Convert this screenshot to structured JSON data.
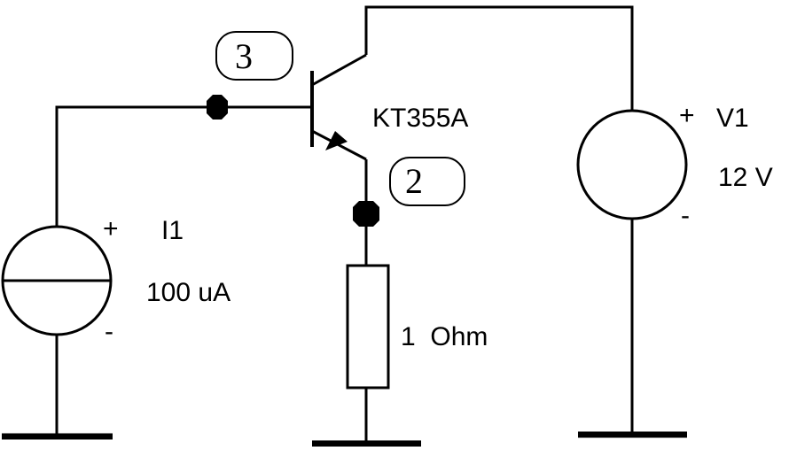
{
  "transistor": {
    "label": "KT355A"
  },
  "current_source": {
    "name": "I1",
    "value": "100 uA",
    "plus": "+",
    "minus": "-"
  },
  "voltage_source": {
    "name": "V1",
    "value": "12 V",
    "plus": "+",
    "minus": "-"
  },
  "resistor": {
    "value": "1  Ohm"
  },
  "nodes": {
    "base": "3",
    "emitter": "2"
  }
}
